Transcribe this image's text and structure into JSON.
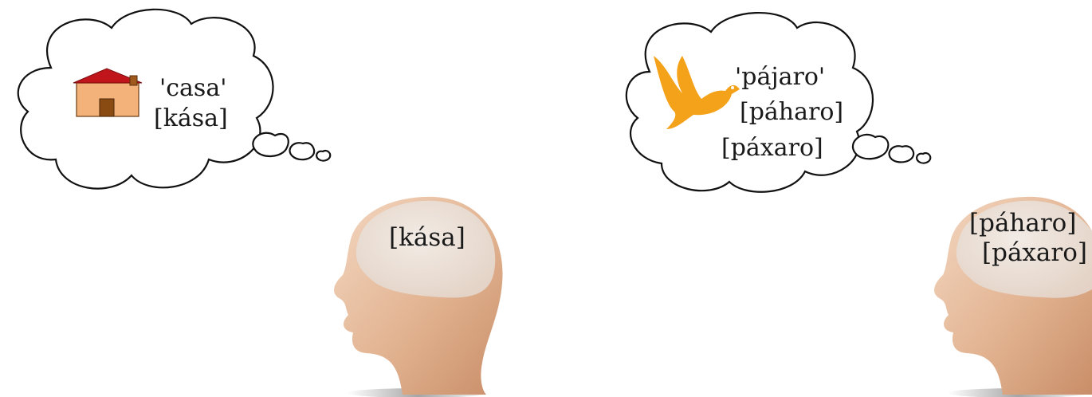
{
  "panels": [
    {
      "id": "casa",
      "thought": {
        "meaning": "'casa'",
        "pronunciations": [
          "[kása]"
        ]
      },
      "head": {
        "pronunciations": [
          "[kása]"
        ]
      },
      "picture": "house-icon"
    },
    {
      "id": "pajaro",
      "thought": {
        "meaning": "'pájaro'",
        "pronunciations": [
          "[páharo]",
          "[páxaro]"
        ]
      },
      "head": {
        "pronunciations": [
          "[páharo]",
          "[páxaro]"
        ]
      },
      "picture": "bird-icon"
    }
  ],
  "colors": {
    "skin_light": "#eccab0",
    "skin_dark": "#c98e68",
    "brain_area": "#ede3db",
    "house_wall": "#f3b27a",
    "house_roof": "#c0161b",
    "house_door": "#8a4b13",
    "bird": "#f5a21b"
  }
}
